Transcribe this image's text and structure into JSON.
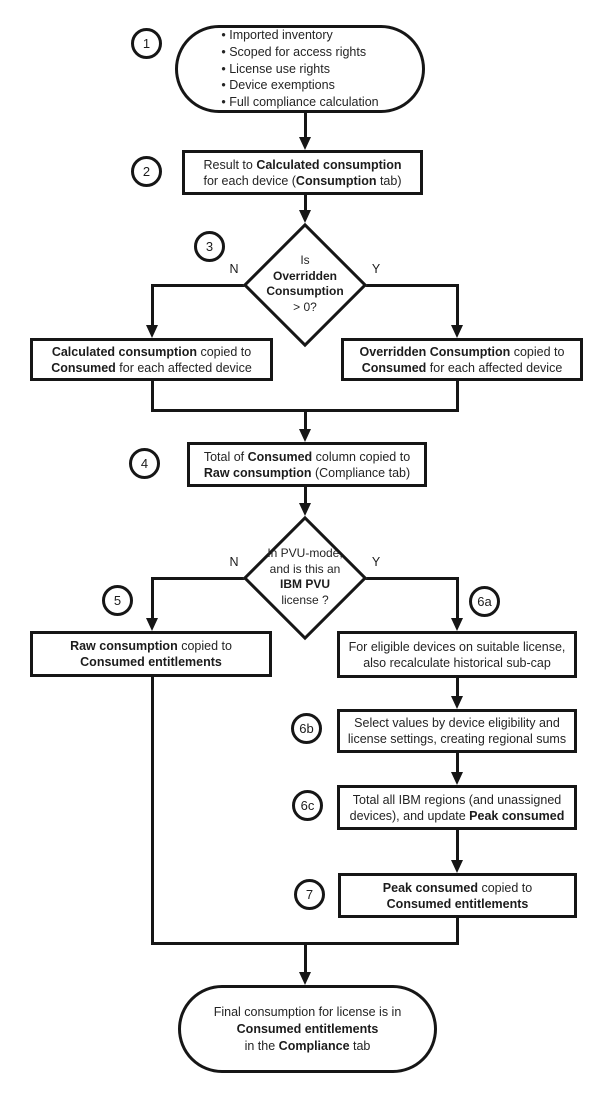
{
  "colors": {
    "ink": "#161616",
    "paper": "#ffffff",
    "text": "#242424"
  },
  "branch_labels": {
    "no": "N",
    "yes": "Y"
  },
  "badges": {
    "step1": "1",
    "step2": "2",
    "step3": "3",
    "step4": "4",
    "step5": "5",
    "step6a": "6a",
    "step6b": "6b",
    "step6c": "6c",
    "step7": "7"
  },
  "nodes": {
    "start": {
      "bullets": [
        "• Imported inventory",
        "• Scoped for access rights",
        "• License use rights",
        "• Device exemptions",
        "• Full compliance calculation"
      ]
    },
    "step2": {
      "lines": [
        [
          {
            "t": "Result to "
          },
          {
            "t": "Calculated consumption",
            "b": 1
          }
        ],
        [
          {
            "t": "for each device ("
          },
          {
            "t": "Consumption",
            "b": 1
          },
          {
            "t": " tab)"
          }
        ]
      ]
    },
    "decision3": {
      "lines": [
        [
          {
            "t": "Is"
          }
        ],
        [
          {
            "t": "Overridden",
            "b": 1
          }
        ],
        [
          {
            "t": "Consumption",
            "b": 1
          }
        ],
        [
          {
            "t": "> 0?"
          }
        ]
      ]
    },
    "no3": {
      "lines": [
        [
          {
            "t": "Calculated consumption",
            "b": 1
          },
          {
            "t": " copied to"
          }
        ],
        [
          {
            "t": "Consumed",
            "b": 1
          },
          {
            "t": " for each affected device"
          }
        ]
      ]
    },
    "yes3": {
      "lines": [
        [
          {
            "t": "Overridden Consumption",
            "b": 1
          },
          {
            "t": " copied to"
          }
        ],
        [
          {
            "t": "Consumed",
            "b": 1
          },
          {
            "t": " for each affected device"
          }
        ]
      ]
    },
    "step4": {
      "lines": [
        [
          {
            "t": "Total of "
          },
          {
            "t": "Consumed",
            "b": 1
          },
          {
            "t": " column copied to"
          }
        ],
        [
          {
            "t": "Raw consumption",
            "b": 1
          },
          {
            "t": " (Compliance tab)"
          }
        ]
      ]
    },
    "decision6": {
      "lines": [
        [
          {
            "t": "In PVU-mode,"
          }
        ],
        [
          {
            "t": "and is this an"
          }
        ],
        [
          {
            "t": "IBM PVU",
            "b": 1
          }
        ],
        [
          {
            "t": "license ?"
          }
        ]
      ]
    },
    "step5": {
      "lines": [
        [
          {
            "t": "Raw consumption",
            "b": 1
          },
          {
            "t": " copied to"
          }
        ],
        [
          {
            "t": "Consumed entitlements",
            "b": 1
          }
        ]
      ]
    },
    "step6a": {
      "lines": [
        [
          {
            "t": "For eligible devices on suitable license,"
          }
        ],
        [
          {
            "t": "also recalculate historical sub-cap"
          }
        ]
      ]
    },
    "step6b": {
      "lines": [
        [
          {
            "t": "Select values by device eligibility and"
          }
        ],
        [
          {
            "t": "license settings, creating regional sums"
          }
        ]
      ]
    },
    "step6c": {
      "lines": [
        [
          {
            "t": "Total all IBM regions (and unassigned"
          }
        ],
        [
          {
            "t": "devices), and update "
          },
          {
            "t": "Peak consumed",
            "b": 1
          }
        ]
      ]
    },
    "step7": {
      "lines": [
        [
          {
            "t": "Peak consumed",
            "b": 1
          },
          {
            "t": " copied to"
          }
        ],
        [
          {
            "t": "Consumed entitlements",
            "b": 1
          }
        ]
      ]
    },
    "end": {
      "lines": [
        [
          {
            "t": "Final consumption for license is in"
          }
        ],
        [
          {
            "t": "Consumed entitlements",
            "b": 1
          }
        ],
        [
          {
            "t": "in the "
          },
          {
            "t": "Compliance",
            "b": 1
          },
          {
            "t": " tab"
          }
        ]
      ]
    }
  }
}
